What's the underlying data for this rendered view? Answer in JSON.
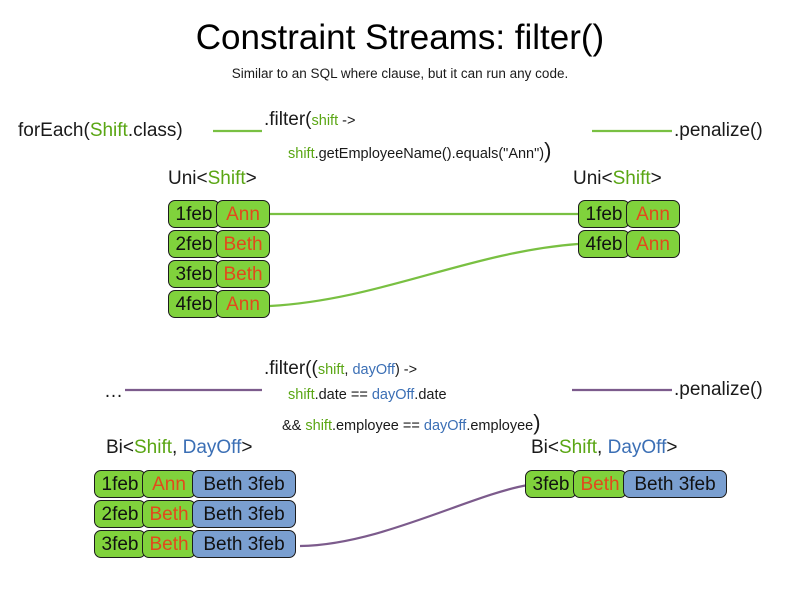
{
  "slide": {
    "title": "Constraint Streams: filter()",
    "subtitle": "Similar to an SQL where clause, but it can run any code."
  },
  "colors": {
    "green_accent": "#5aa614",
    "green_fill": "#80d23c",
    "blue_accent": "#3b6fb5",
    "blue_fill": "#7a9fd0",
    "name_text": "#e2491c",
    "wire_green": "#79c042",
    "wire_purple": "#7c5b8c",
    "border": "#1c1c1c",
    "text": "#1a1a1a"
  },
  "uni_example": {
    "source_label": {
      "prefix": "forEach(",
      "type": "Shift",
      "suffix": ".class)"
    },
    "filter": {
      "head_prefix": ".filter(",
      "param": "shift",
      "arrow": " ->",
      "body_var": "shift",
      "body_rest": ".getEmployeeName().equals(\"Ann\")",
      "close_paren": ")"
    },
    "penalize_label": ".penalize()",
    "input_stream_label": {
      "prefix": "Uni<",
      "type": "Shift",
      "suffix": ">"
    },
    "output_stream_label": {
      "prefix": "Uni<",
      "type": "Shift",
      "suffix": ">"
    },
    "input_rows": [
      {
        "date": "1feb",
        "name": "Ann"
      },
      {
        "date": "2feb",
        "name": "Beth"
      },
      {
        "date": "3feb",
        "name": "Beth"
      },
      {
        "date": "4feb",
        "name": "Ann"
      }
    ],
    "output_rows": [
      {
        "date": "1feb",
        "name": "Ann"
      },
      {
        "date": "4feb",
        "name": "Ann"
      }
    ]
  },
  "bi_example": {
    "source_label": "…",
    "filter": {
      "head_prefix": ".filter((",
      "param_a": "shift",
      "param_sep": ", ",
      "param_b": "dayOff",
      "arrow": ") ->",
      "line2_var_a": "shift",
      "line2_mid": ".date == ",
      "line2_var_b": "dayOff",
      "line2_end": ".date",
      "line3_prefix": "&& ",
      "line3_var_a": "shift",
      "line3_mid": ".employee == ",
      "line3_var_b": "dayOff",
      "line3_end": ".employee",
      "close_paren": ")"
    },
    "penalize_label": ".penalize()",
    "input_stream_label": {
      "prefix": "Bi<",
      "type_a": "Shift",
      "sep": ", ",
      "type_b": "DayOff",
      "suffix": ">"
    },
    "output_stream_label": {
      "prefix": "Bi<",
      "type_a": "Shift",
      "sep": ", ",
      "type_b": "DayOff",
      "suffix": ">"
    },
    "input_rows": [
      {
        "date": "1feb",
        "name": "Ann",
        "pair": "Beth 3feb"
      },
      {
        "date": "2feb",
        "name": "Beth",
        "pair": "Beth 3feb"
      },
      {
        "date": "3feb",
        "name": "Beth",
        "pair": "Beth 3feb"
      }
    ],
    "output_rows": [
      {
        "date": "3feb",
        "name": "Beth",
        "pair": "Beth 3feb"
      }
    ]
  }
}
